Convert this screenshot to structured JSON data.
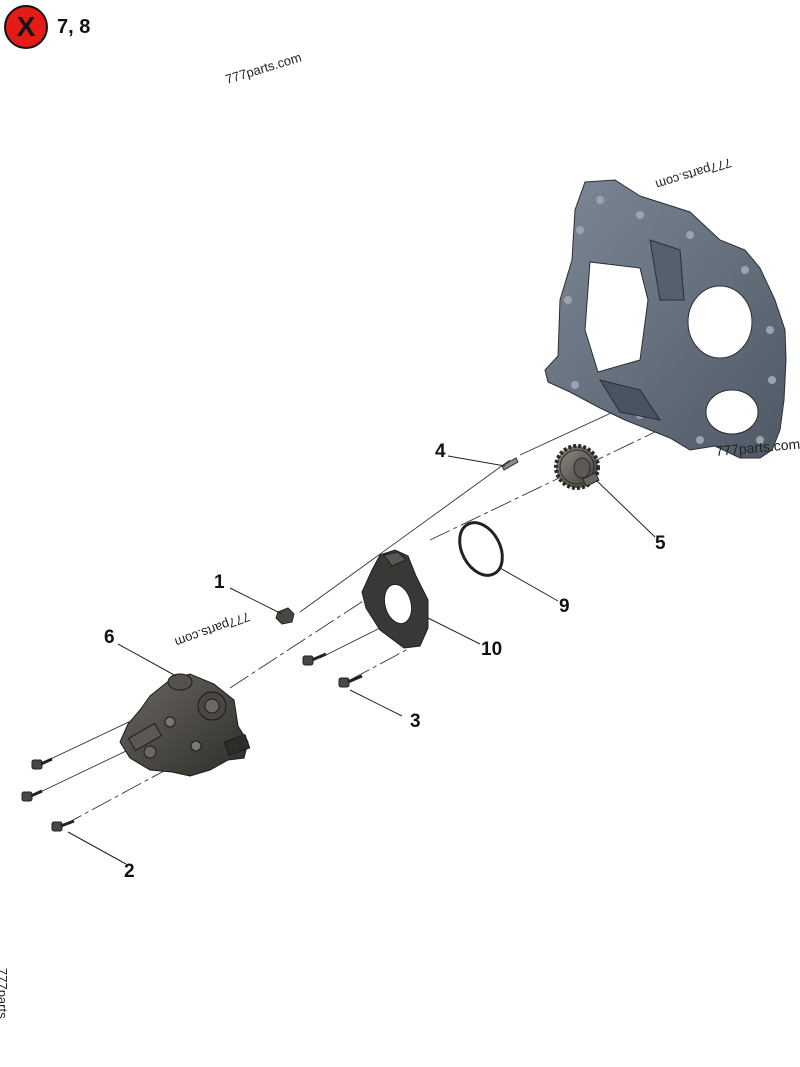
{
  "header": {
    "badge_symbol": "X",
    "badge_color": "#e41b17",
    "not_shown_items": "7, 8"
  },
  "callouts": [
    "1",
    "2",
    "3",
    "4",
    "5",
    "6",
    "9",
    "10"
  ],
  "watermarks": [
    "777parts.com",
    "777parts.com",
    "777parts.com",
    "777parts.com",
    "777parts"
  ],
  "colors": {
    "housing": "#5f6a78",
    "pump": "#3c3a36",
    "line": "#333333"
  }
}
